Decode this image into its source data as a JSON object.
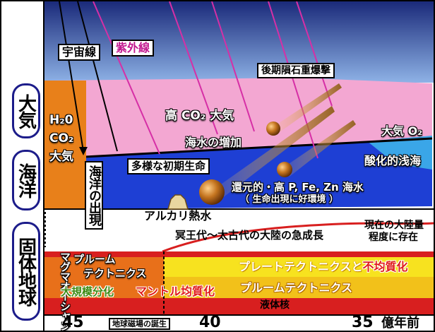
{
  "colors": {
    "sky_top": "#1a2a7a",
    "sky_bottom": "#8eb2e6",
    "atmosphere_pink": "#f3a7d2",
    "ocean_blue": "#1e3fd4",
    "orange_column": "#e8801a",
    "red_line": "#d81f1f",
    "yellow_band": "#f7e21f",
    "orange_band": "#e8701a",
    "asteroid": "#c4741f"
  },
  "spheres": {
    "atmosphere": "大気",
    "ocean": "海洋",
    "solid_earth": "固体地球"
  },
  "atmosphere": {
    "cosmic_rays": "宇宙線",
    "ultraviolet": "紫外線",
    "late_heavy_bombardment": "後期隕石重爆撃",
    "h2o": "H₂0",
    "co2": "CO₂",
    "air": "大気",
    "high_co2": "高 CO₂ 大気",
    "o2_atmosphere": "大気 O₂"
  },
  "ocean": {
    "emergence": "海洋の出現",
    "seawater_increase": "海水の増加",
    "diverse_early_life": "多様な初期生命",
    "oxidized_shallow_sea": "酸化的浅海",
    "reduced_seawater": "還元的・高 P, Fe, Zn 海水",
    "life_environment": "（ 生命出現に好環境 ）"
  },
  "solid_earth": {
    "alkaline_hydrothermal": "アルカリ熱水",
    "continent_growth": "冥王代～太古代の大陸の急成長",
    "current_continent": "現在の大陸量",
    "current_continent_2": "程度に存在",
    "magma_ocean": "マグマオーシャン",
    "plume_tectonics_1": "プルーム",
    "plume_tectonics_2": "テクトニクス",
    "plate_tectonics": "プレートテクトニクスと",
    "heterogenization": "不均質化",
    "large_differentiation": "大規模分化",
    "mantle_homogenization": "マントル均質化",
    "plume_tectonics": "プルームテクトニクス",
    "liquid_core": "液体核"
  },
  "timeline": {
    "t45": "45",
    "t40": "40",
    "t35": "35",
    "unit": "億年前",
    "geomagnetic_birth": "地球磁場の誕生"
  }
}
